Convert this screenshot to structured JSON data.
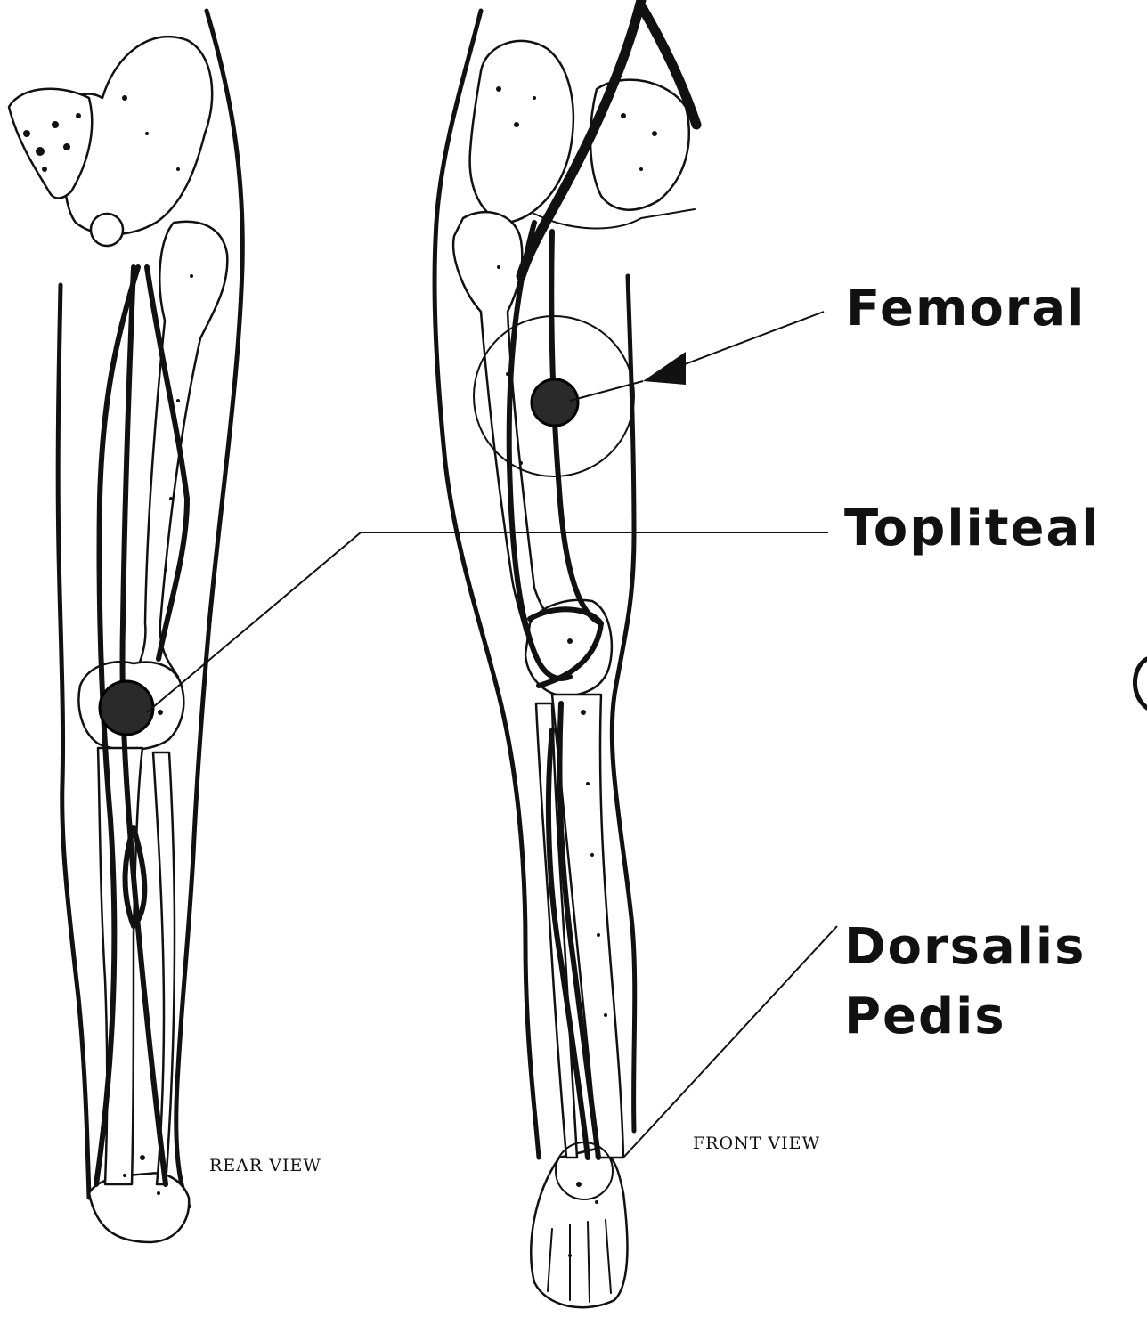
{
  "labels": {
    "femoral": "Femoral",
    "popliteal": "Topliteal",
    "dorsalis_line1": "Dorsalis",
    "dorsalis_line2": "Pedis"
  },
  "views": {
    "rear": "REAR VIEW",
    "front": "FRONT VIEW"
  },
  "colors": {
    "ink": "#111111",
    "background": "#ffffff"
  }
}
